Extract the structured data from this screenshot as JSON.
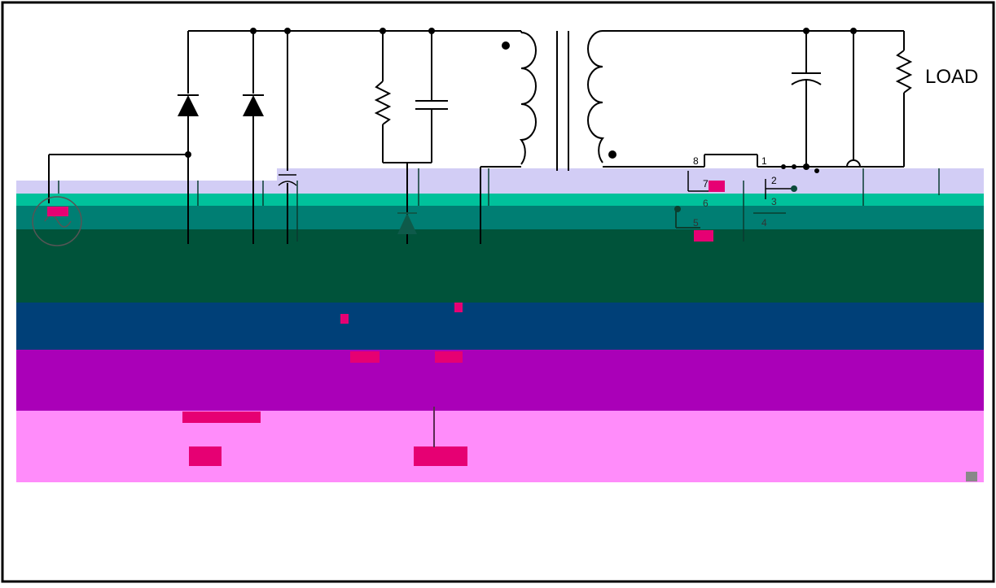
{
  "labels": {
    "load": "LOAD",
    "pin1": "1",
    "pin2": "2",
    "pin3": "3",
    "pin4": "4",
    "pin5": "5",
    "pin6": "6",
    "pin7": "7",
    "pin8": "8"
  },
  "colors": {
    "band_lavender": "#d2cdf5",
    "band_teal": "#00c19b",
    "band_dark_teal": "#007e73",
    "band_dark_green": "#00533a",
    "band_navy": "#004078",
    "band_purple": "#aa00b8",
    "band_pink": "#ff8cfa",
    "glitch_magenta": "#e60073"
  }
}
